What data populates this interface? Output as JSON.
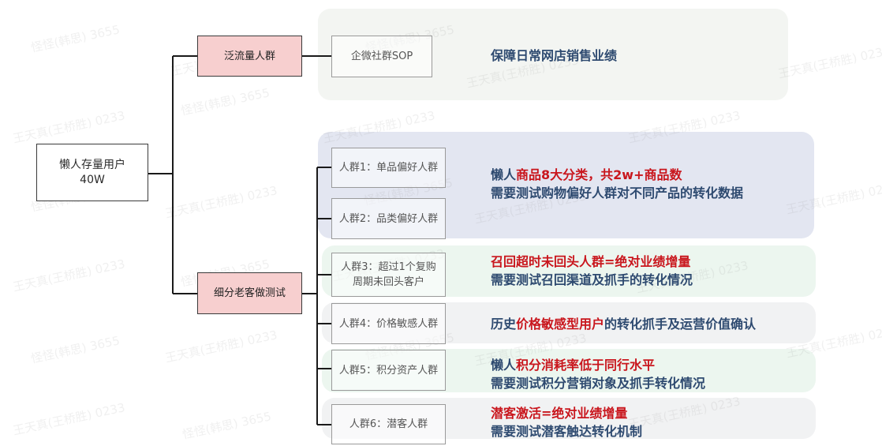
{
  "colors": {
    "pink_node": "#f7cfcf",
    "blue_text": "#2e4a70",
    "red_text": "#c9161d",
    "panel_gray": "#f3f5f2",
    "panel_blue": "#e3e6f1",
    "panel_green": "#ecf6ef"
  },
  "root": {
    "label": "懒人存量用户\n40W"
  },
  "branches": [
    {
      "label": "泛流量人群"
    },
    {
      "label": "细分老客做测试"
    }
  ],
  "groups": [
    {
      "label": "企微社群SOP"
    },
    {
      "label": "人群1：单品偏好人群"
    },
    {
      "label": "人群2：品类偏好人群"
    },
    {
      "label": "人群3：超过1个复购\n周期未回头客户"
    },
    {
      "label": "人群4：价格敏感人群"
    },
    {
      "label": "人群5：积分资产人群"
    },
    {
      "label": "人群6：潜客人群"
    }
  ],
  "notes": [
    {
      "lines": [
        [
          {
            "t": "保障日常网店销售业绩",
            "c": "blue"
          }
        ]
      ]
    },
    {
      "lines": [
        [
          {
            "t": "懒人",
            "c": "blue"
          },
          {
            "t": "商品8大分类，共2w+商品数",
            "c": "red"
          }
        ],
        [
          {
            "t": "需要测试购物偏好人群对不同产品的转化数据",
            "c": "blue"
          }
        ]
      ]
    },
    {
      "lines": [
        [
          {
            "t": "召回超时未回头人群=绝对业绩增量",
            "c": "red"
          }
        ],
        [
          {
            "t": "需要测试召回渠道及抓手的转化情况",
            "c": "blue"
          }
        ]
      ]
    },
    {
      "lines": [
        [
          {
            "t": "历史",
            "c": "blue"
          },
          {
            "t": "价格敏感型用户",
            "c": "red"
          },
          {
            "t": "的转化抓手及运营价值确认",
            "c": "blue"
          }
        ]
      ]
    },
    {
      "lines": [
        [
          {
            "t": "懒人",
            "c": "blue"
          },
          {
            "t": "积分消耗率低于同行水平",
            "c": "red"
          }
        ],
        [
          {
            "t": "需要测试积分营销对象及抓手转化情况",
            "c": "blue"
          }
        ]
      ]
    },
    {
      "lines": [
        [
          {
            "t": "潜客激活=绝对业绩增量",
            "c": "red"
          }
        ],
        [
          {
            "t": "需要测试潜客触达转化机制",
            "c": "blue"
          }
        ]
      ]
    }
  ],
  "watermarks": [
    "王天真(王桥胜) 0233",
    "怪怪(韩思) 3655"
  ]
}
